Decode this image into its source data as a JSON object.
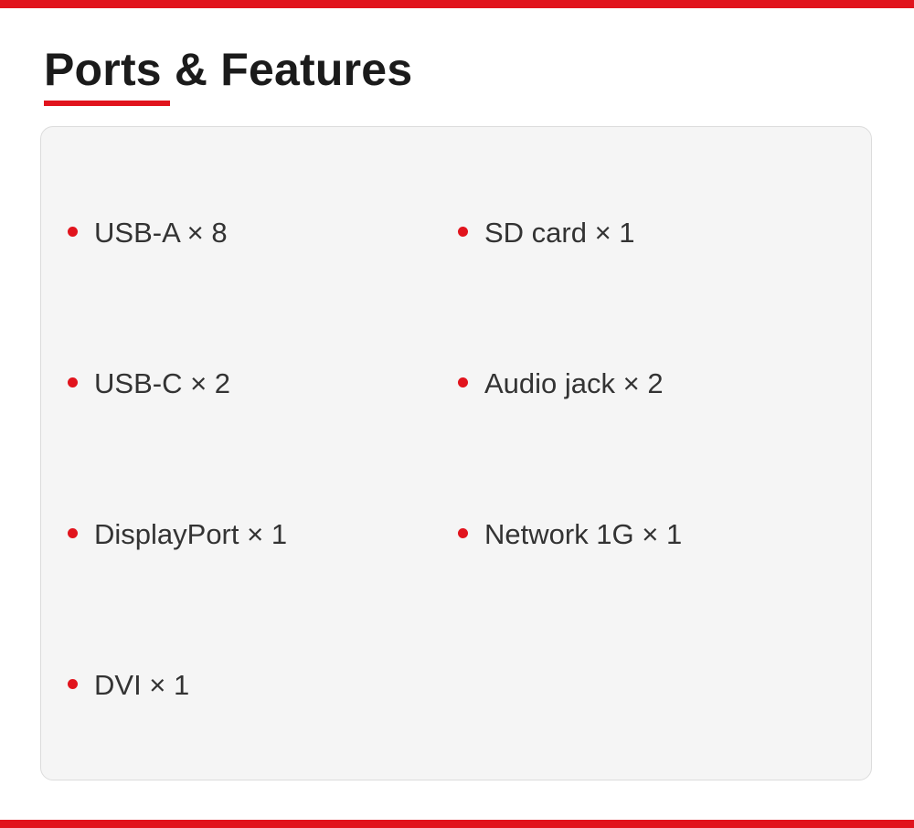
{
  "heading": {
    "title": "Ports & Features"
  },
  "colors": {
    "accent": "#e1141d",
    "card_background": "#f5f5f5",
    "text": "#333333",
    "title_text": "#1b1b1b"
  },
  "features": {
    "left_column": [
      {
        "label": "USB-A × 8"
      },
      {
        "label": "USB-C × 2"
      },
      {
        "label": "DisplayPort × 1"
      },
      {
        "label": "DVI × 1"
      }
    ],
    "right_column": [
      {
        "label": "SD card × 1"
      },
      {
        "label": "Audio jack × 2"
      },
      {
        "label": "Network 1G × 1"
      }
    ]
  }
}
